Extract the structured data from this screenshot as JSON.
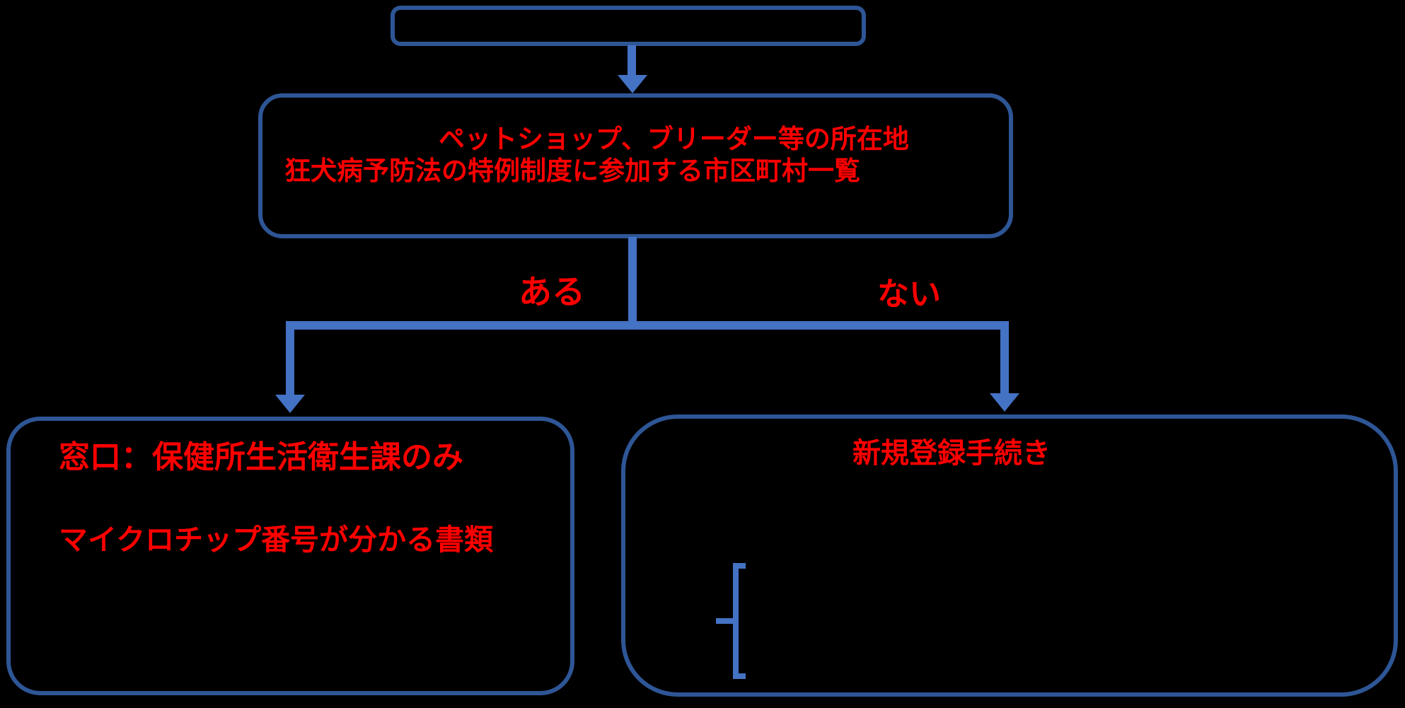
{
  "flowchart": {
    "main_box": {
      "line1": "ペットショップ、ブリーダー等の所在地",
      "line2": "狂犬病予防法の特例制度に参加する市区町村一覧"
    },
    "branch_labels": {
      "left": "ある",
      "right": "ない"
    },
    "left_box": {
      "heading": "窓口：保健所生活衛生課のみ",
      "note": "マイクロチップ番号が分かる書類"
    },
    "right_box": {
      "heading": "新規登録手続き"
    },
    "colors": {
      "background": "#000000",
      "box_border": "#2E5696",
      "connector": "#4472C4",
      "text": "#FF0000"
    }
  }
}
